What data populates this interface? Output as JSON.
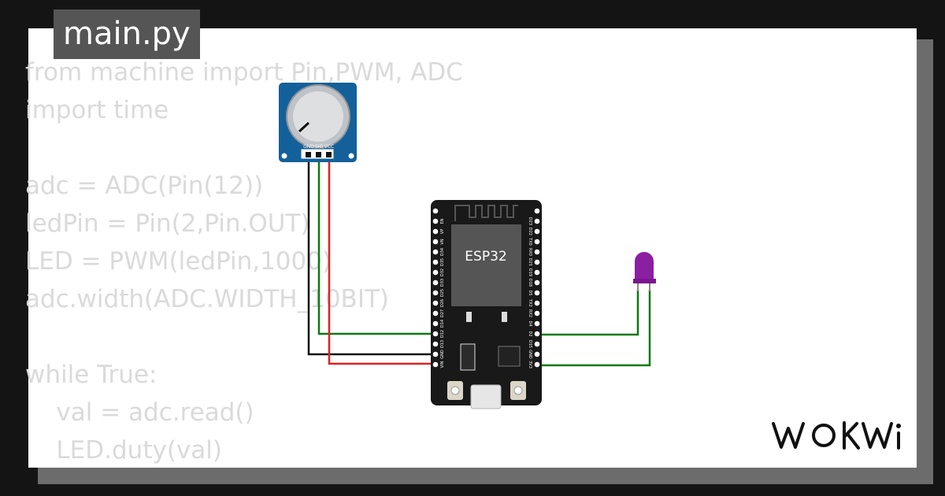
{
  "tab": {
    "filename": "main.py"
  },
  "code": {
    "lines": [
      "from machine import Pin,PWM, ADC",
      "import time",
      "",
      "adc = ADC(Pin(12))",
      "ledPin = Pin(2,Pin.OUT)",
      "LED = PWM(ledPin,1000)",
      "adc.width(ADC.WIDTH_10BIT)",
      "",
      "while True:",
      "    val = adc.read()",
      "    LED.duty(val)"
    ]
  },
  "components": {
    "potentiometer": {
      "pins": [
        "GND",
        "SIG",
        "VCC"
      ]
    },
    "esp32": {
      "label": "ESP32",
      "left_pins": [
        "EN",
        "VP",
        "VN",
        "D34",
        "D35",
        "D32",
        "D33",
        "D25",
        "D26",
        "D27",
        "D14",
        "D12",
        "D13",
        "GND",
        "VIN"
      ],
      "right_pins": [
        "D23",
        "D22",
        "TX0",
        "RX0",
        "D21",
        "D19",
        "D18",
        "D5",
        "TX2",
        "RX2",
        "D4",
        "D2",
        "D15",
        "GND",
        "3V3"
      ]
    },
    "led": {
      "color": "#8b1fa2"
    }
  },
  "wires": {
    "green": "#0c7a10",
    "red": "#e02020",
    "black": "#111111"
  },
  "branding": {
    "logo": "WOKWI"
  },
  "colors": {
    "background": "#141414",
    "card": "#ffffff",
    "tab": "#555555",
    "code_text": "#dadada",
    "pcb": "#191919",
    "pot_board": "#14609a"
  }
}
